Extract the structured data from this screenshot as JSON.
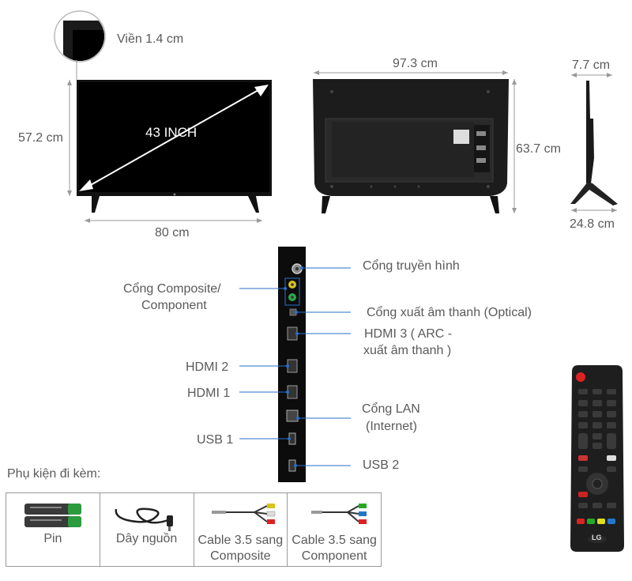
{
  "bezel_label": "Viền 1.4 cm",
  "front": {
    "height": "57.2 cm",
    "width": "80 cm",
    "diagonal": "43 INCH"
  },
  "back": {
    "width": "97.3 cm",
    "height": "63.7 cm"
  },
  "side": {
    "depth": "7.7 cm",
    "base_depth": "24.8 cm"
  },
  "ports_left": {
    "composite_line1": "Cổng Composite/",
    "composite_line2": "Component",
    "hdmi2": "HDMI 2",
    "hdmi1": "HDMI 1",
    "usb1": "USB 1"
  },
  "ports_right": {
    "antenna": "Cổng truyền hình",
    "optical": "Cổng xuất âm thanh (Optical)",
    "hdmi3_line1": "HDMI 3 ( ARC -",
    "hdmi3_line2": "xuất âm thanh )",
    "lan_line1": "Cổng LAN",
    "lan_line2": "(Internet)",
    "usb2": "USB 2"
  },
  "accessories": {
    "heading": "Phụ kiện đi kèm:",
    "items": [
      {
        "line1": "Pin",
        "line2": ""
      },
      {
        "line1": "Dây nguồn",
        "line2": ""
      },
      {
        "line1": "Cable 3.5 sang",
        "line2": "Composite"
      },
      {
        "line1": "Cable 3.5 sang",
        "line2": "Component"
      }
    ]
  },
  "remote": {
    "brand": "LG"
  },
  "colors": {
    "line": "#2a6fc9",
    "tv_black": "#111111",
    "text": "#5a5a5a"
  }
}
